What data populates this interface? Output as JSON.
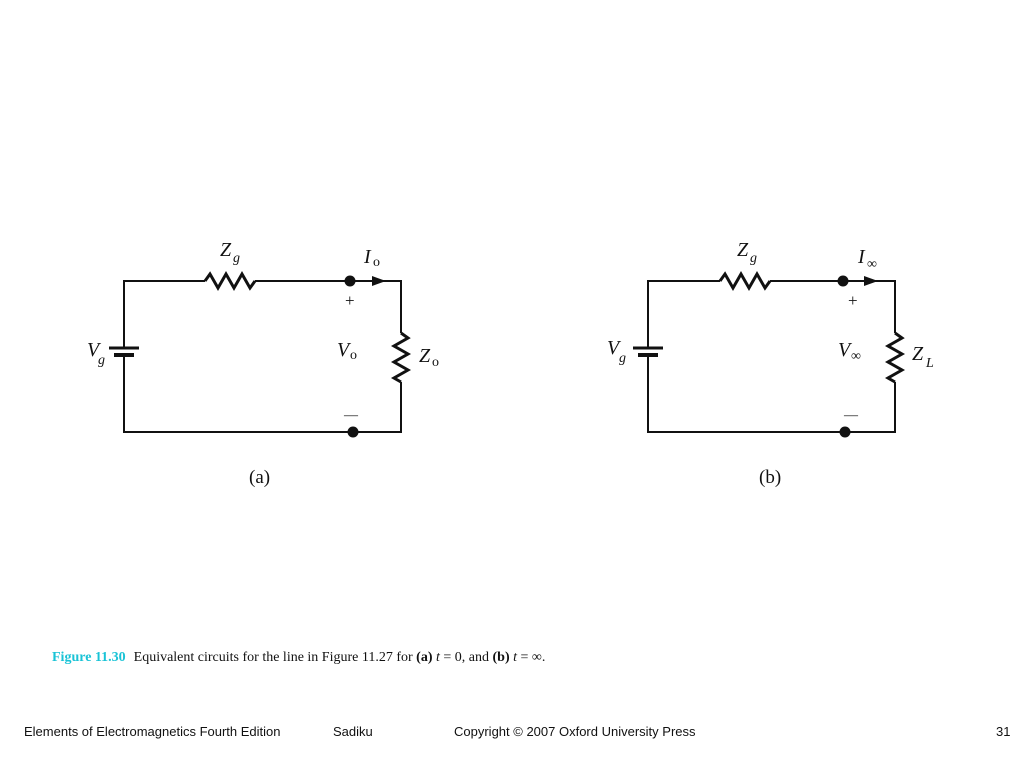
{
  "circuit_a": {
    "source_label": "V",
    "source_sub": "g",
    "series_label": "Z",
    "series_sub": "g",
    "current_label": "I",
    "current_sub": "o",
    "plus_sign": "+",
    "minus_sign": "—",
    "voltage_label": "V",
    "voltage_sub": "o",
    "load_label": "Z",
    "load_sub": "o",
    "panel_label": "(a)"
  },
  "circuit_b": {
    "source_label": "V",
    "source_sub": "g",
    "series_label": "Z",
    "series_sub": "g",
    "current_label": "I",
    "current_sub": "∞",
    "plus_sign": "+",
    "minus_sign": "—",
    "voltage_label": "V",
    "voltage_sub": "∞",
    "load_label": "Z",
    "load_sub": "L",
    "panel_label": "(b)"
  },
  "caption": {
    "figure_number": "Figure 11.30",
    "text_1": "Equivalent circuits for the line in Figure 11.27 for ",
    "a_marker": "(a)",
    "var_t1": "t",
    "cond_1": " = 0, and ",
    "b_marker": "(b)",
    "var_t2": "t",
    "cond_2": " = ∞."
  },
  "footer": {
    "book_title": "Elements of Electromagnetics Fourth Edition",
    "author": "Sadiku",
    "copyright": "Copyright © 2007 Oxford University Press",
    "page_number": "31"
  }
}
